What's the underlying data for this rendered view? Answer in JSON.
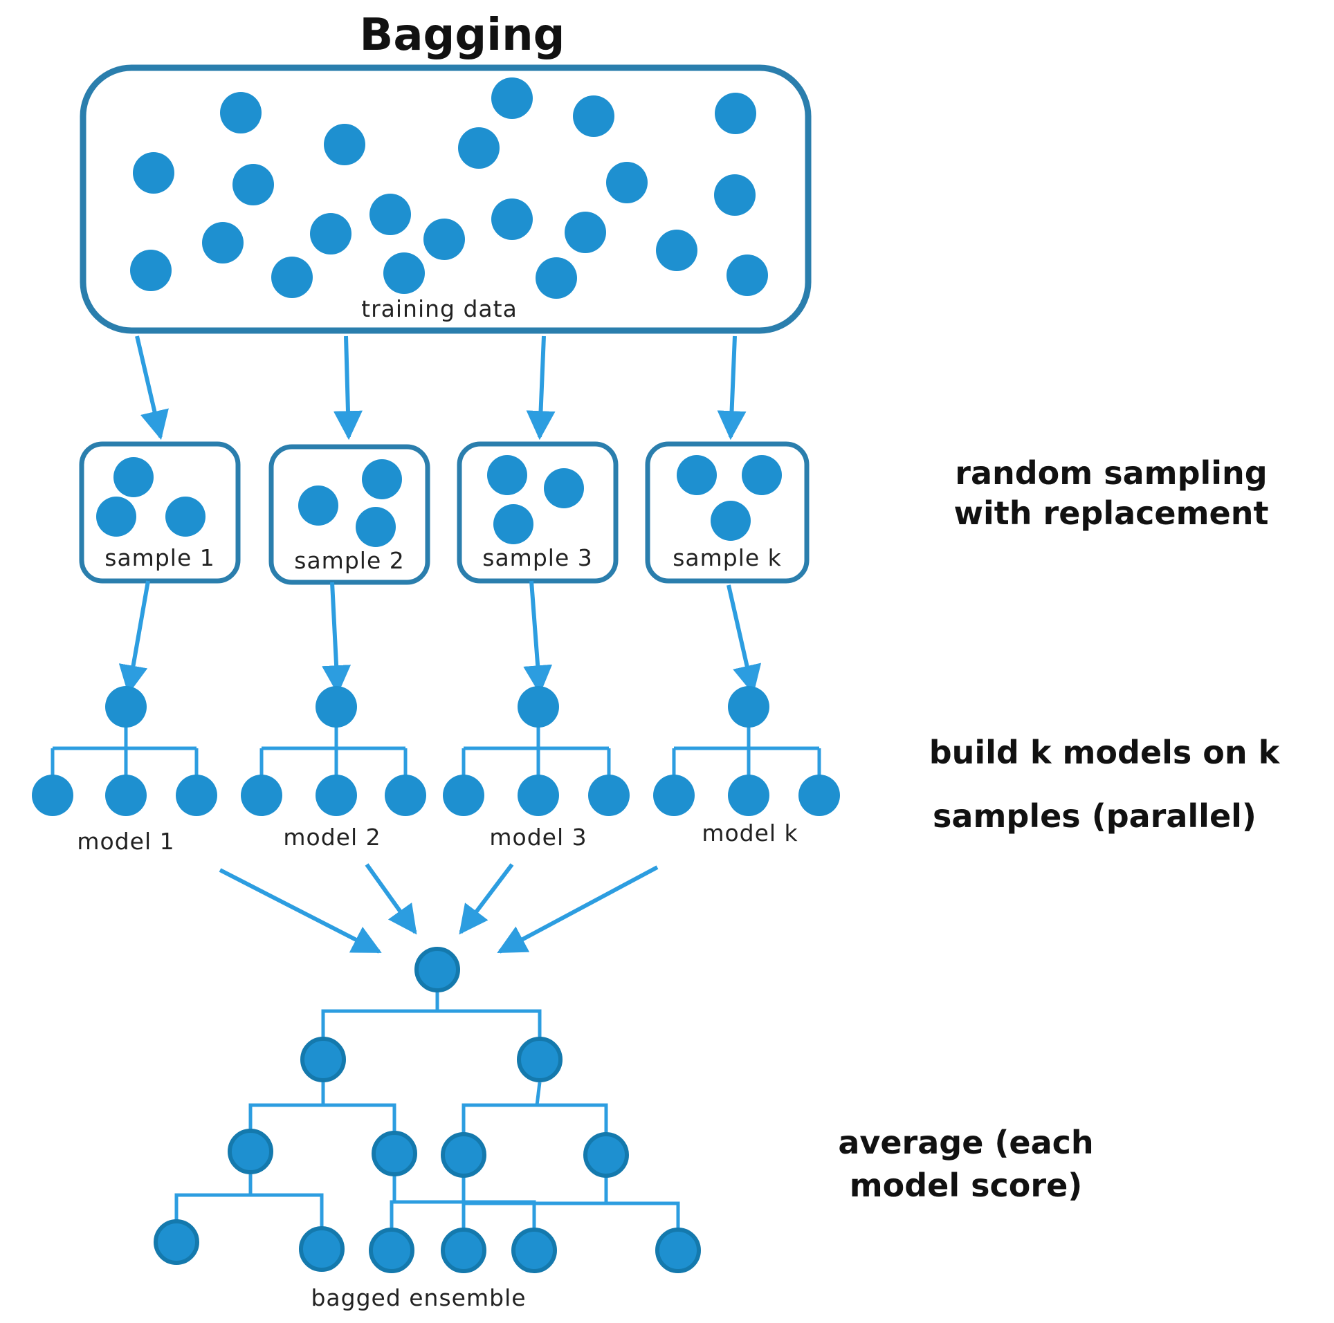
{
  "title": "Bagging",
  "training": {
    "label": "training  data"
  },
  "samples": [
    "sample 1",
    "sample 2",
    "sample 3",
    "sample k"
  ],
  "models": [
    "model 1",
    "model 2",
    "model 3",
    "model k"
  ],
  "ensemble": {
    "label": "bagged ensemble"
  },
  "steps": {
    "sampling": [
      "random sampling",
      "with replacement"
    ],
    "build": [
      "build k models on k",
      "samples (parallel)"
    ],
    "average": [
      "average (each",
      "model score)"
    ]
  },
  "colors": {
    "node": "#1e90d0",
    "node_dark": "#1479ad",
    "box": "#2a7ead",
    "line": "#2c9de0"
  }
}
